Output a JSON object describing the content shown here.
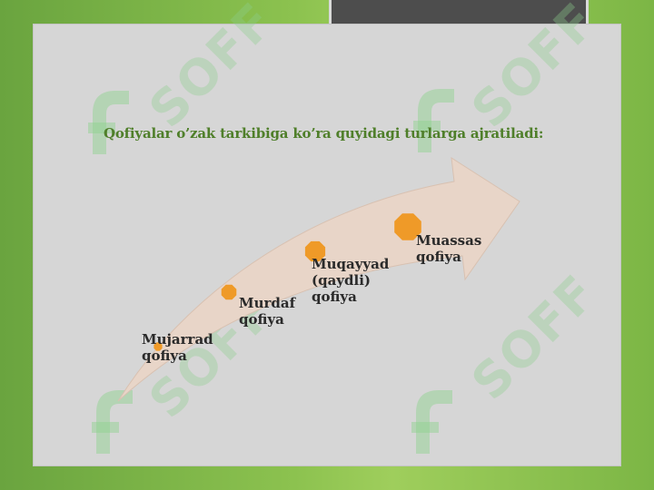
{
  "slide": {
    "title": "Qofiyalar o’zak tarkibiga ko’ra quyidagi turlarga ajratiladi:"
  },
  "watermark_text": "SOFF",
  "diagram": {
    "items": [
      {
        "line1": "Mujarrad",
        "line2": "qofiya",
        "line3": ""
      },
      {
        "line1": "Murdaf",
        "line2": "qofiya",
        "line3": ""
      },
      {
        "line1": "Muqayyad",
        "line2": "(qaydli)",
        "line3": "qofiya"
      },
      {
        "line1": "Muassas",
        "line2": "qofiya",
        "line3": ""
      }
    ],
    "arrow_fill": "#e8d5c8",
    "dot_color": "#ef9a28"
  }
}
